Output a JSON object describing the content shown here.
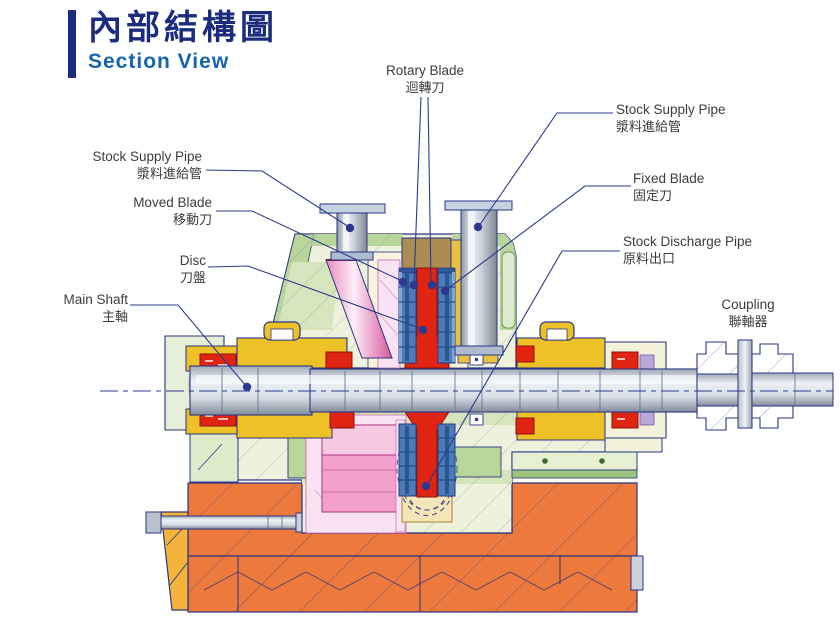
{
  "header": {
    "title_zh": "內部結構圖",
    "title_en": "Section View"
  },
  "labels": {
    "rotary_blade": {
      "en": "Rotary Blade",
      "zh": "迴轉刀"
    },
    "stock_supply_left": {
      "en": "Stock Supply Pipe",
      "zh": "漿料進給管"
    },
    "stock_supply_right": {
      "en": "Stock Supply Pipe",
      "zh": "漿料進給管"
    },
    "moved_blade": {
      "en": "Moved Blade",
      "zh": "移動刀"
    },
    "fixed_blade": {
      "en": "Fixed Blade",
      "zh": "固定刀"
    },
    "disc": {
      "en": "Disc",
      "zh": "刀盤"
    },
    "stock_discharge": {
      "en": "Stock Discharge Pipe",
      "zh": "原料出口"
    },
    "main_shaft": {
      "en": "Main Shaft",
      "zh": "主軸"
    },
    "coupling": {
      "en": "Coupling",
      "zh": "聯軸器"
    }
  },
  "colors": {
    "title_navy": "#1b2c7e",
    "section_blue": "#1465ae",
    "leader_navy": "#2b3a8f",
    "outline_navy": "#2b3684",
    "casing_green": "#eef2dc",
    "mid_green": "#b9d69a",
    "housing_gold": "#eec227",
    "seal_red": "#df2412",
    "blade_blue": "#4a7cb8",
    "disc_pink": "#f2a0cc",
    "base_orange": "#ed7a3c",
    "wedge_yellow": "#f5b33b",
    "pipe_grey": "#c9d1da",
    "tan_block": "#ab8c52"
  }
}
